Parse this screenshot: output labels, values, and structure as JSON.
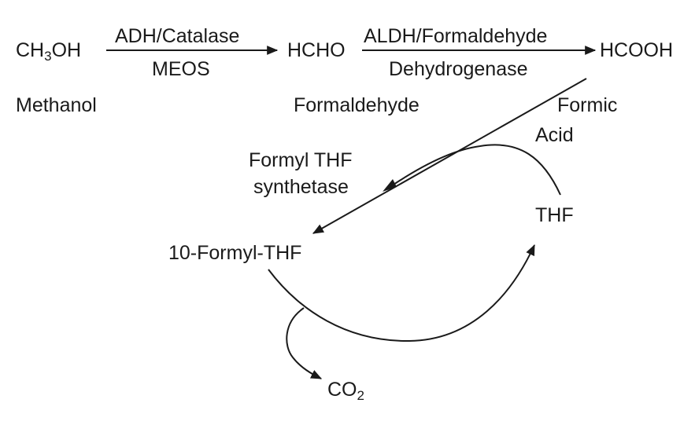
{
  "diagram": {
    "methanol_formula": {
      "pre": "CH",
      "sub": "3",
      "post": "OH"
    },
    "methanol_name": "Methanol",
    "hcho": "HCHO",
    "formaldehyde_name": "Formaldehyde",
    "hcooh": "HCOOH",
    "formic_acid_line1": "Formic",
    "formic_acid_line2": "Acid",
    "enzyme1_above": "ADH/Catalase",
    "enzyme1_below": "MEOS",
    "enzyme2_above": "ALDH/Formaldehyde",
    "enzyme2_below": "Dehydrogenase",
    "synthetase_line1": "Formyl THF",
    "synthetase_line2": "synthetase",
    "thf": "THF",
    "formyl_thf": "10-Formyl-THF",
    "co2": {
      "pre": "CO",
      "sub": "2"
    }
  },
  "colors": {
    "ink": "#1a1a1a",
    "background": "#ffffff"
  }
}
